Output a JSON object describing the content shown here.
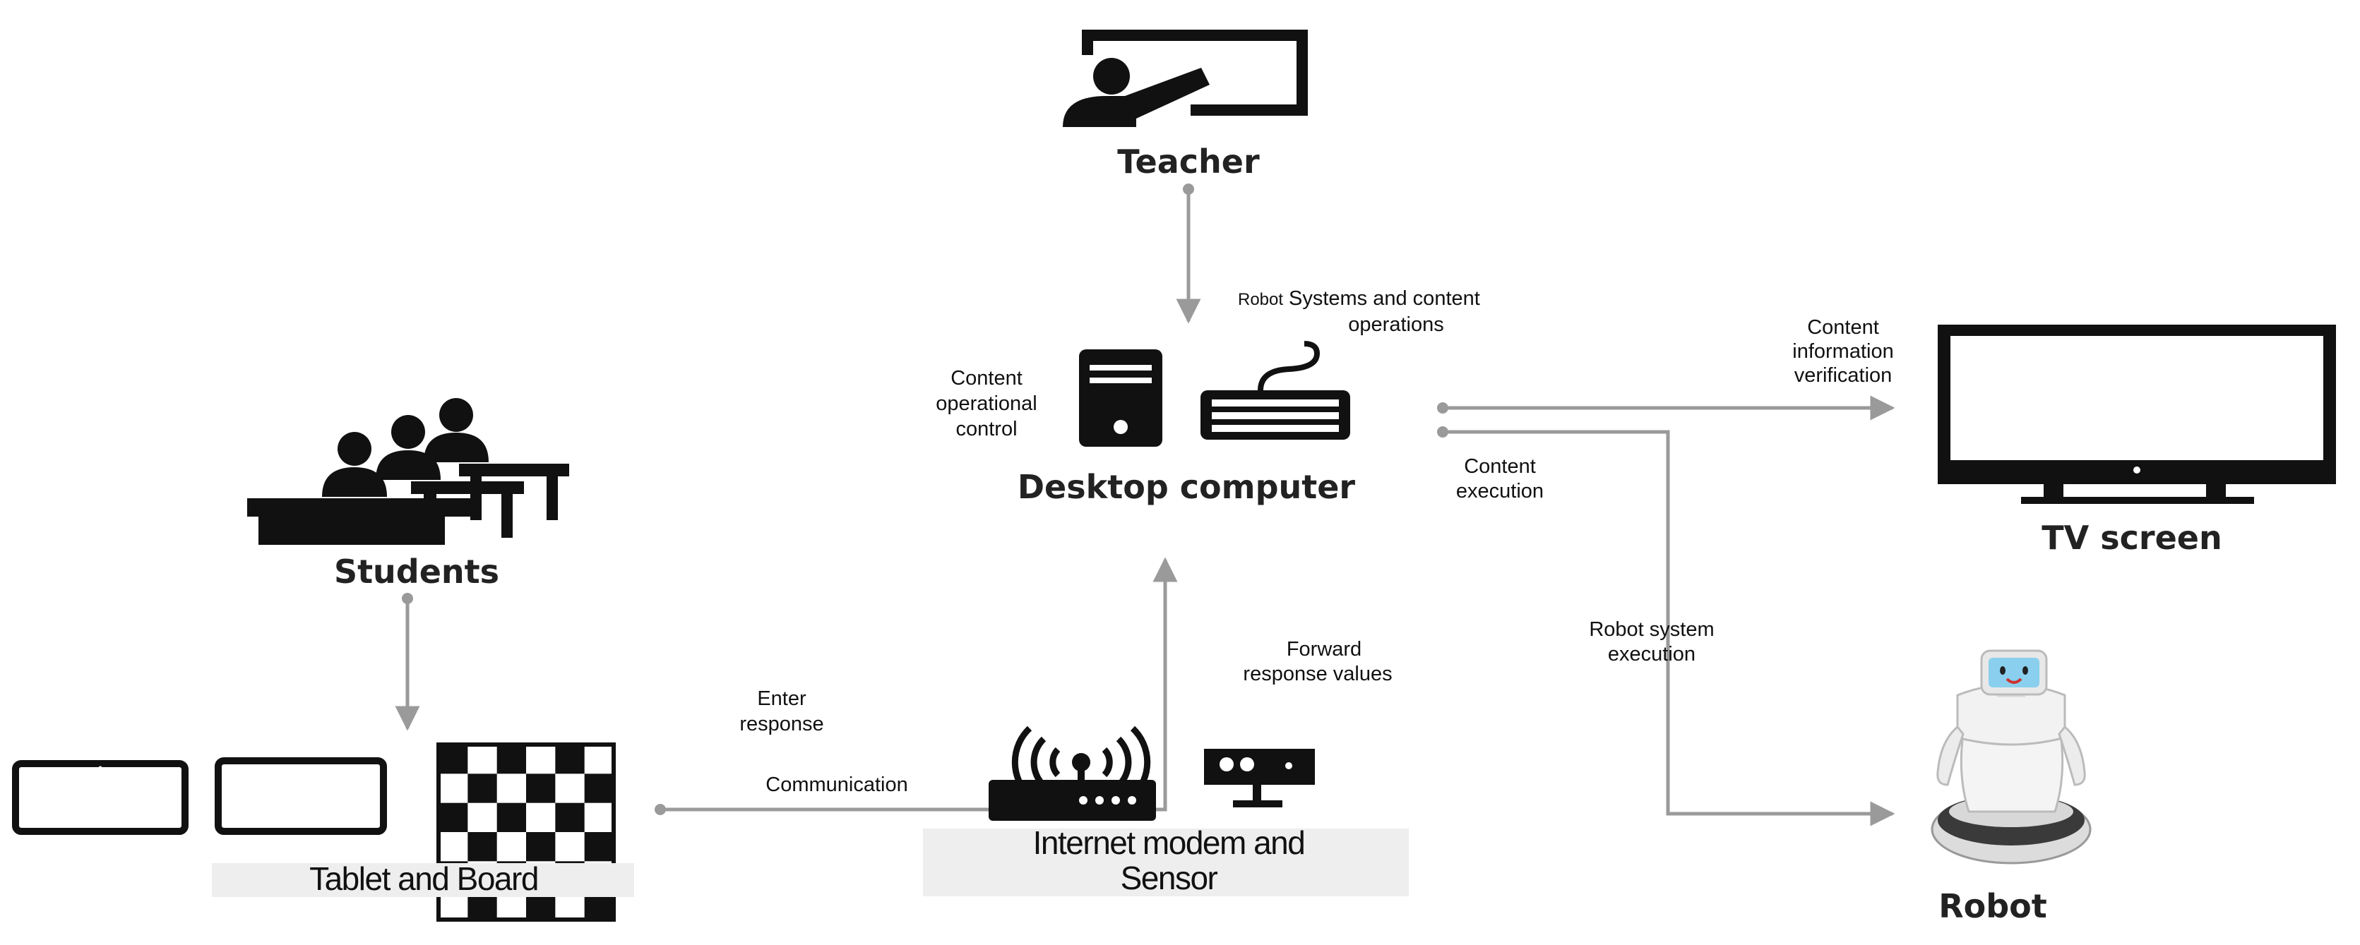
{
  "nodes": {
    "teacher": "Teacher",
    "desktop": "Desktop computer",
    "tv": "TV screen",
    "students": "Students",
    "tablet_board": "Tablet and Board",
    "modem_sensor": [
      "Internet modem and",
      "Sensor"
    ],
    "robot": "Robot"
  },
  "edges": {
    "robot_systems_1": "Robot",
    "robot_systems_2": "Systems and content",
    "robot_systems_3": "operations",
    "content_operational": [
      "Content",
      "operational",
      "control"
    ],
    "content_info": [
      "Content",
      "information",
      "verification"
    ],
    "content_execution": [
      "Content",
      "execution"
    ],
    "robot_system_execution": [
      "Robot system",
      "execution"
    ],
    "forward_response": [
      "Forward",
      "response values"
    ],
    "enter_response": [
      "Enter",
      "response"
    ],
    "communication": "Communication"
  },
  "icons": [
    "teacher-board-icon",
    "pc-tower-icon",
    "keyboard-icon",
    "tv-monitor-icon",
    "students-desks-icon",
    "tablet-icon",
    "checkerboard-icon",
    "wifi-router-icon",
    "sensor-icon",
    "robot-icon"
  ],
  "colors": {
    "icon": "#111111",
    "connector": "#9a9a9a",
    "label_box": "#eeeeee"
  }
}
